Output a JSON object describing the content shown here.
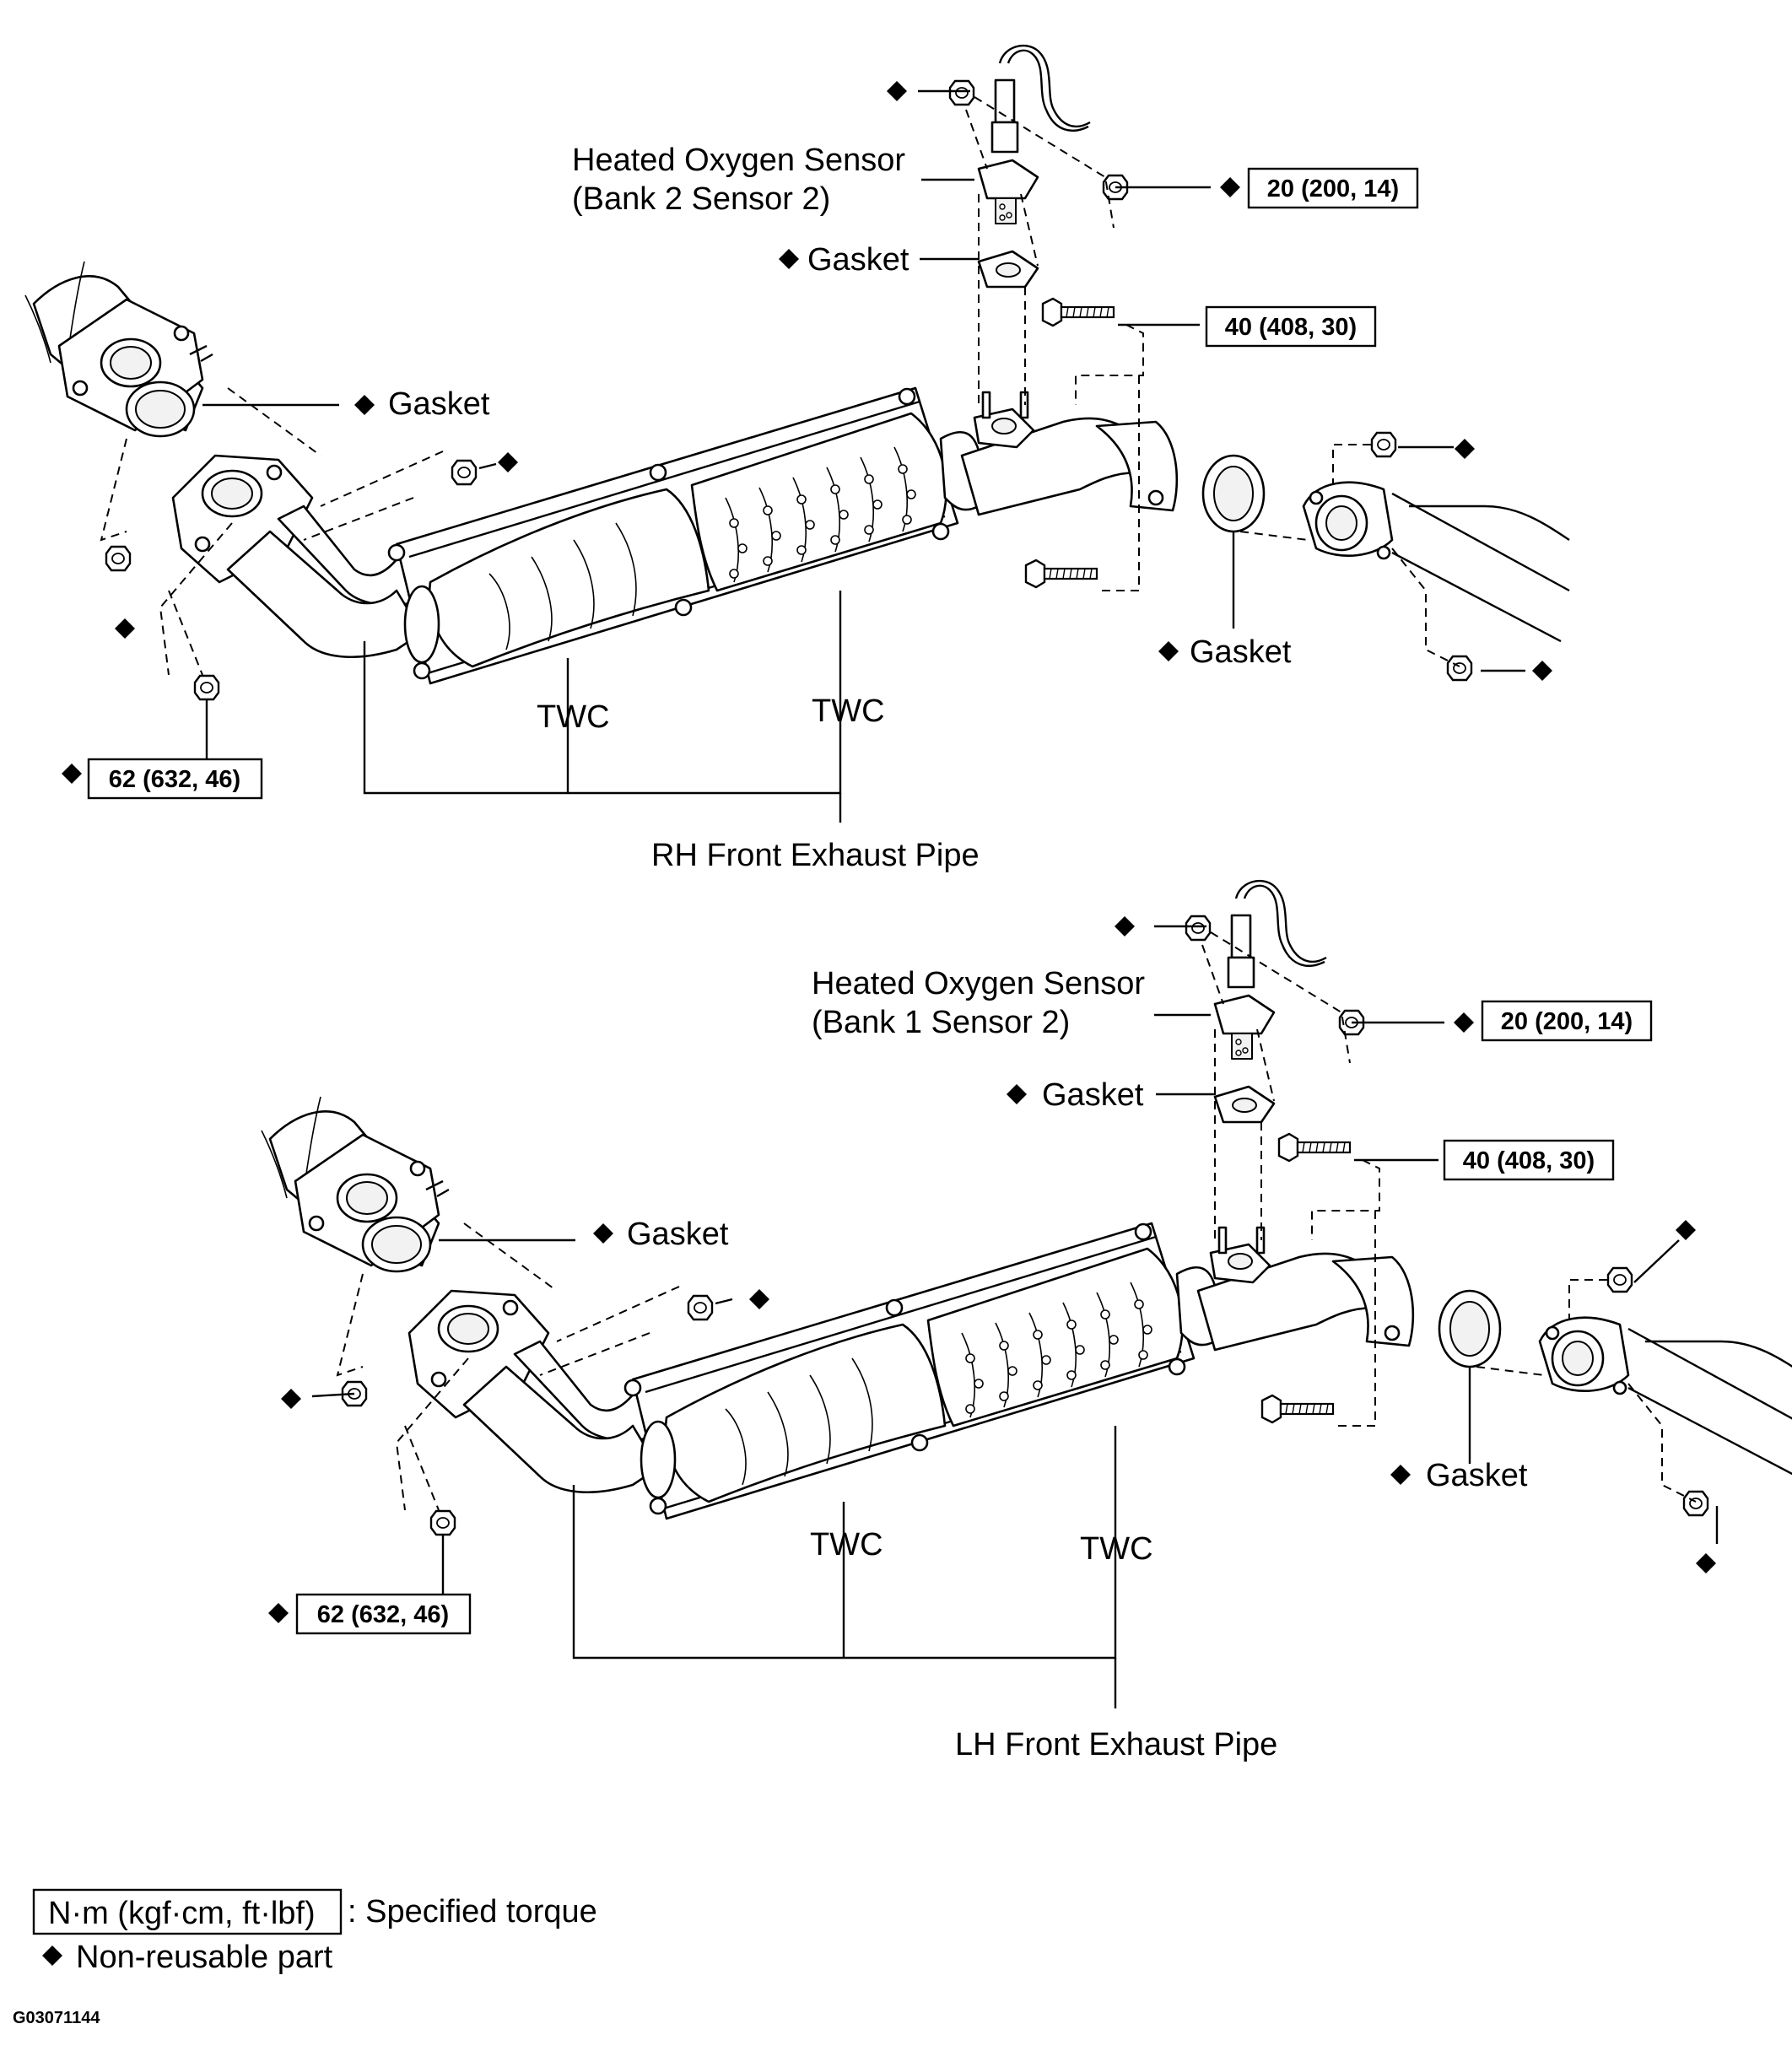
{
  "diagrams": [
    {
      "sensor_label_1": "Heated Oxygen Sensor",
      "sensor_label_2": "(Bank 2 Sensor 2)",
      "gasket_sensor": "Gasket",
      "gasket_front": "Gasket",
      "gasket_rear": "Gasket",
      "twc_left": "TWC",
      "twc_right": "TWC",
      "pipe_name": "RH Front Exhaust Pipe",
      "torque_sensor": "20 (200, 14)",
      "torque_bolt": "40 (408, 30)",
      "torque_front": "62 (632, 46)"
    },
    {
      "sensor_label_1": "Heated Oxygen Sensor",
      "sensor_label_2": "(Bank 1 Sensor 2)",
      "gasket_sensor": "Gasket",
      "gasket_front": "Gasket",
      "gasket_rear": "Gasket",
      "twc_left": "TWC",
      "twc_right": "TWC",
      "pipe_name": "LH Front Exhaust Pipe",
      "torque_sensor": "20 (200, 14)",
      "torque_bolt": "40 (408, 30)",
      "torque_front": "62 (632, 46)"
    }
  ],
  "legend": {
    "torque_unit": "N·m (kgf·cm, ft·lbf)",
    "torque_desc": ": Specified torque",
    "nonreusable": "Non-reusable part"
  },
  "figure_code": "G03071144",
  "symbols": {
    "nonreusable_marker": "black-diamond"
  }
}
